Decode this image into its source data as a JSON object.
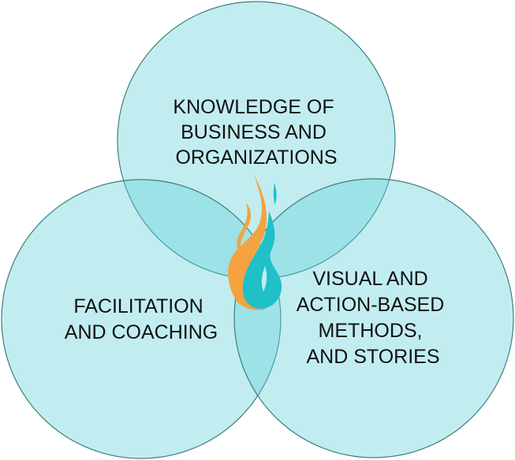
{
  "diagram": {
    "colors": {
      "circle_fill": "#5fd0d8",
      "circle_stroke": "#3f7d80",
      "flame_orange": "#f4a340",
      "flame_teal": "#1fc0c8",
      "text": "#111111"
    },
    "circles": [
      {
        "id": "top",
        "lines": [
          "KNOWLEDGE OF",
          "BUSINESS AND",
          "ORGANIZATIONS"
        ]
      },
      {
        "id": "left",
        "lines": [
          "FACILITATION",
          "AND COACHING"
        ]
      },
      {
        "id": "right",
        "lines": [
          "VISUAL AND",
          "ACTION-BASED",
          "METHODS,",
          "AND STORIES"
        ]
      }
    ],
    "center_icon": "flame-icon"
  }
}
